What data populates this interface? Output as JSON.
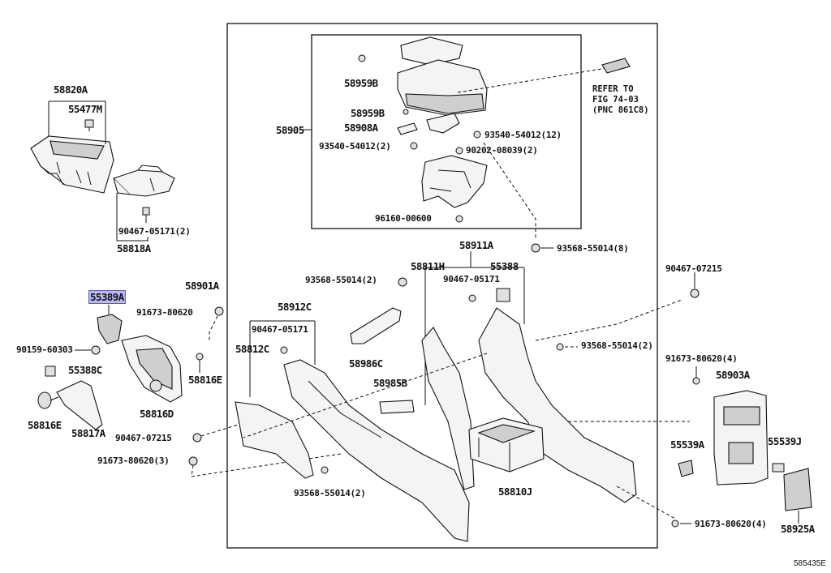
{
  "labels": {
    "p58820A": "58820A",
    "p55477M": "55477M",
    "p90467_05171_2": "90467-05171(2)",
    "p58818A": "58818A",
    "p55389A": "55389A",
    "p91673_80620": "91673-80620",
    "p90159_60303": "90159-60303",
    "p55388C": "55388C",
    "p58816E_a": "58816E",
    "p58816E_b": "58816E",
    "p58816D": "58816D",
    "p58817A": "58817A",
    "p90467_07215_a": "90467-07215",
    "p91673_80620_3": "91673-80620(3)",
    "p58901A": "58901A",
    "p58959B_a": "58959B",
    "p58959B_b": "58959B",
    "p58908A": "58908A",
    "p58905": "58905",
    "p93540_54012_2": "93540-54012(2)",
    "p93540_54012_12": "93540-54012(12)",
    "p90202_08039_2": "90202-08039(2)",
    "p96160_00600": "96160-00600",
    "p93568_55014_8": "93568-55014(8)",
    "p58911A": "58911A",
    "p58811H": "58811H",
    "p55388": "55388",
    "p93568_55014_2a": "93568-55014(2)",
    "p90467_05171_b": "90467-05171",
    "p58912C": "58912C",
    "p90467_05171_c": "90467-05171",
    "p58812C": "58812C",
    "p58986C": "58986C",
    "p58985B": "58985B",
    "p93568_55014_2b": "93568-55014(2)",
    "p93568_55014_2c": "93568-55014(2)",
    "p58810J": "58810J",
    "p90467_07215_b": "90467-07215",
    "p91673_80620_4a": "91673-80620(4)",
    "p58903A": "58903A",
    "p55539A": "55539A",
    "p55539J": "55539J",
    "p58925A": "58925A",
    "p91673_80620_4b": "91673-80620(4)"
  },
  "reference_note": [
    "REFER TO",
    "FIG 74-03",
    "(PNC 861C8)"
  ],
  "illustration_code": "585435E"
}
